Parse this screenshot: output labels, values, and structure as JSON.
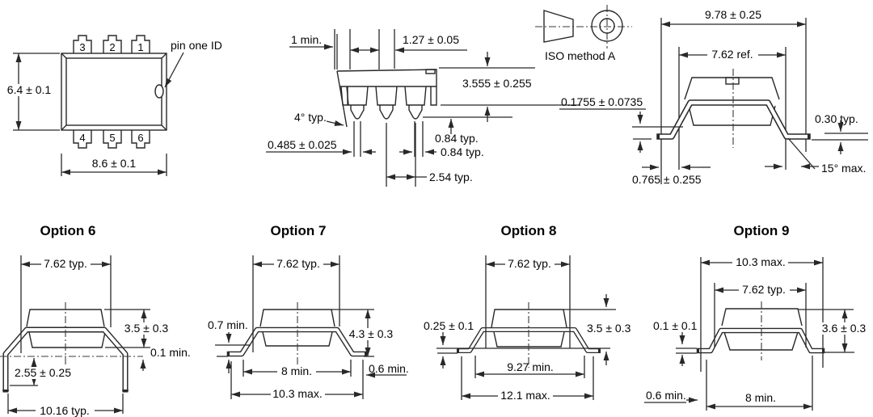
{
  "colors": {
    "line": "#282828",
    "text": "#050505",
    "background": "#ffffff"
  },
  "top_view": {
    "pins_top": [
      "3",
      "2",
      "1"
    ],
    "pins_bottom": [
      "4",
      "5",
      "6"
    ],
    "height": "6.4 ± 0.1",
    "width": "8.6 ± 0.1",
    "pin_one": "pin one ID"
  },
  "side_view": {
    "lead_min": "1 min.",
    "pin_top_width": "1.27 ± 0.05",
    "body_height": "3.555 ± 0.255",
    "draft_angle": "4° typ.",
    "lead_tip_width": "0.485 ± 0.025",
    "tip_height": "0.84 typ.",
    "lead_mid_width": "0.84 typ.",
    "pitch": "2.54 typ."
  },
  "end_view": {
    "iso": "ISO method A",
    "overall_width": "9.78 ± 0.25",
    "ref_width": "7.62 ref.",
    "standoff": "0.1755 ± 0.0735",
    "foot_thickness": "0.30 typ.",
    "foot_offset": "0.765 ± 0.255",
    "lead_angle": "15° max."
  },
  "options": [
    {
      "title": "Option 6",
      "top_width": "7.62 typ.",
      "body_height": "3.5 ± 0.3",
      "standoff": "0.1 min.",
      "leg_length": "2.55 ± 0.25",
      "span": "10.16 typ."
    },
    {
      "title": "Option 7",
      "top_width": "7.62 typ.",
      "standoff": "0.7 min.",
      "height": "4.3 ± 0.3",
      "inner_span": "8 min.",
      "foot": "0.6 min.",
      "span": "10.3 max."
    },
    {
      "title": "Option 8",
      "top_width": "7.62 typ.",
      "standoff": "0.25 ± 0.1",
      "height": "3.5 ± 0.3",
      "inner_span": "9.27 min.",
      "span": "12.1 max."
    },
    {
      "title": "Option 9",
      "span": "10.3 max.",
      "top_width": "7.62 typ.",
      "standoff": "0.1 ± 0.1",
      "height": "3.6 ± 0.3",
      "foot": "0.6 min.",
      "inner_span": "8 min."
    }
  ]
}
